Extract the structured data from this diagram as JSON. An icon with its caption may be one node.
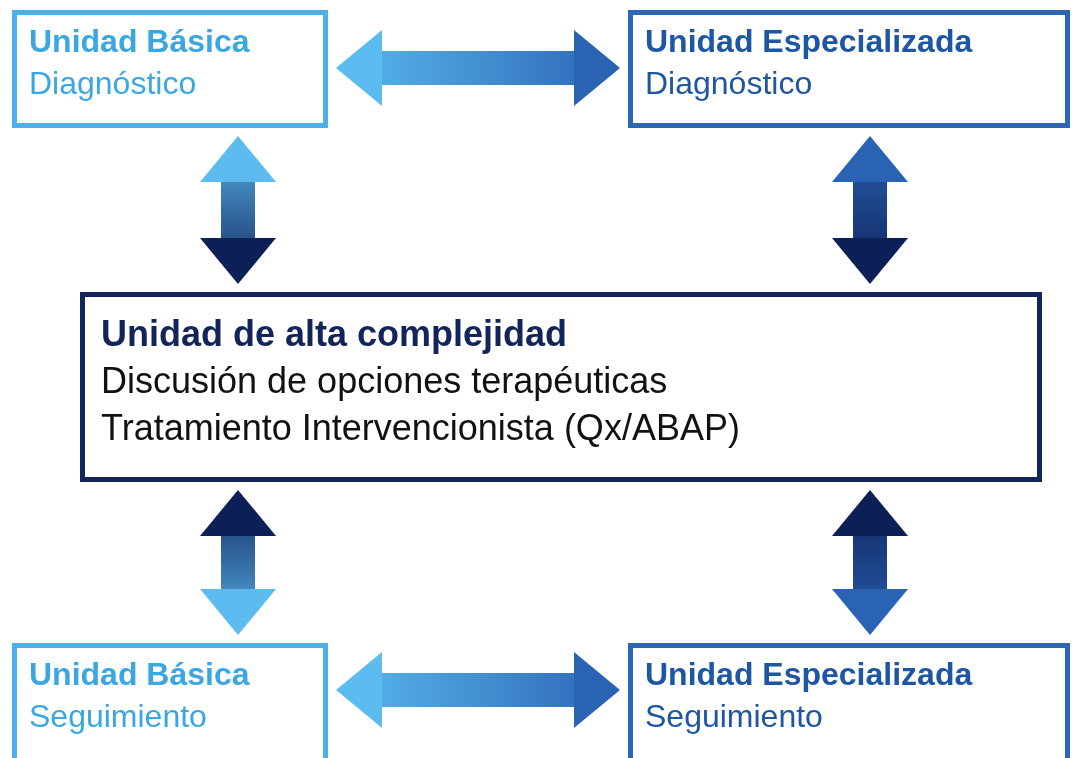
{
  "diagram": {
    "nodes": [
      {
        "text": [
          "Unidad Básica",
          "Diagnóstico"
        ]
      },
      {
        "text": [
          "Unidad Especializada",
          "Diagnóstico"
        ]
      },
      {
        "text": [
          "Unidad de alta complejidad",
          "Discusión de opciones terapéuticas",
          "Tratamiento Intervencionista (Qx/ABAP)"
        ]
      },
      {
        "text": [
          "Unidad Básica",
          "Seguimiento"
        ]
      },
      {
        "text": [
          "Unidad Especializada",
          "Seguimiento"
        ]
      }
    ],
    "edges": [
      {
        "from": 0,
        "to": 1,
        "arrow": "both"
      },
      {
        "from": 0,
        "to": 2,
        "arrow": "both"
      },
      {
        "from": 1,
        "to": 2,
        "arrow": "both"
      },
      {
        "from": 2,
        "to": 3,
        "arrow": "both"
      },
      {
        "from": 2,
        "to": 4,
        "arrow": "both"
      },
      {
        "from": 3,
        "to": 4,
        "arrow": "both"
      }
    ]
  }
}
